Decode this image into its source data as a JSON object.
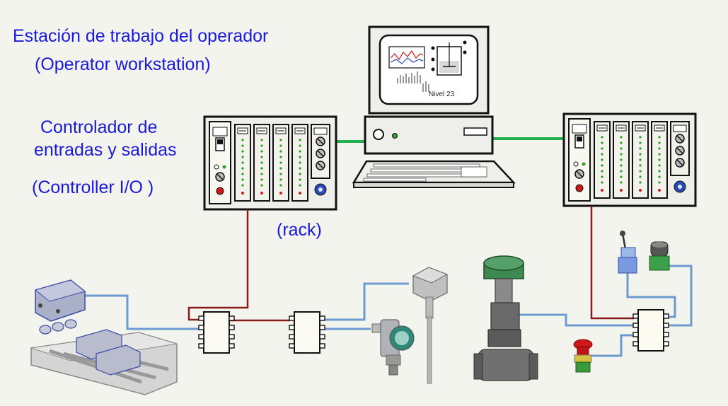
{
  "labels": {
    "workstation_es": "Estación de trabajo del operador",
    "workstation_en": "(Operator workstation)",
    "controller_es_1": "Controlador de",
    "controller_es_2": "entradas y salidas",
    "controller_en": "(Controller  I/O )",
    "rack": "(rack)"
  },
  "monitor_screen": {
    "level_text": "Nivel 23"
  },
  "colors": {
    "background": "#f4f4ee",
    "label_text": "#1a1ad8",
    "network_line": "#22b04a",
    "bus_line": "#8b1a1a",
    "signal_line": "#6d9bd0",
    "equipment_fill": "#eeeeea",
    "led_green": "#2aa02a",
    "led_red": "#d01818"
  }
}
